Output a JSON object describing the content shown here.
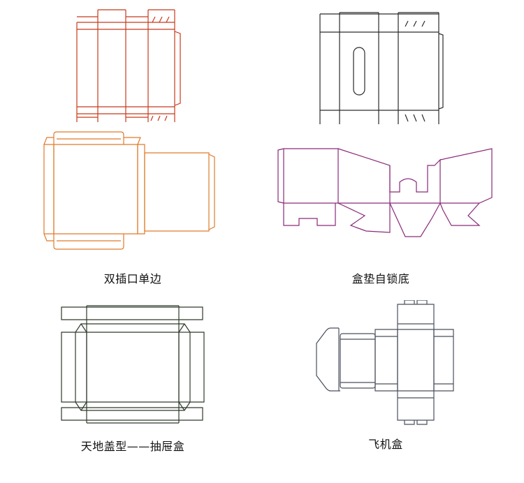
{
  "colors": {
    "red": "#c8391a",
    "black": "#2a2a2a",
    "orange": "#e07a2a",
    "purple": "#8a2a78",
    "darkgreen": "#2e3a2a",
    "slate": "#4a4f5c"
  },
  "captions": {
    "double_insert": "双插口单边",
    "lock_bottom": "盒垫自锁底",
    "drawer": "天地盖型——抽屉盒",
    "airplane": "飞机盒"
  },
  "icons": {
    "red_dieline": "box-dieline-icon",
    "black_dieline": "box-dieline-with-window-icon",
    "orange_dieline": "box-dieline-icon",
    "purple_dieline": "lock-bottom-box-dieline-icon",
    "green_dieline": "drawer-box-dieline-icon",
    "slate_dieline": "airplane-box-dieline-icon"
  }
}
